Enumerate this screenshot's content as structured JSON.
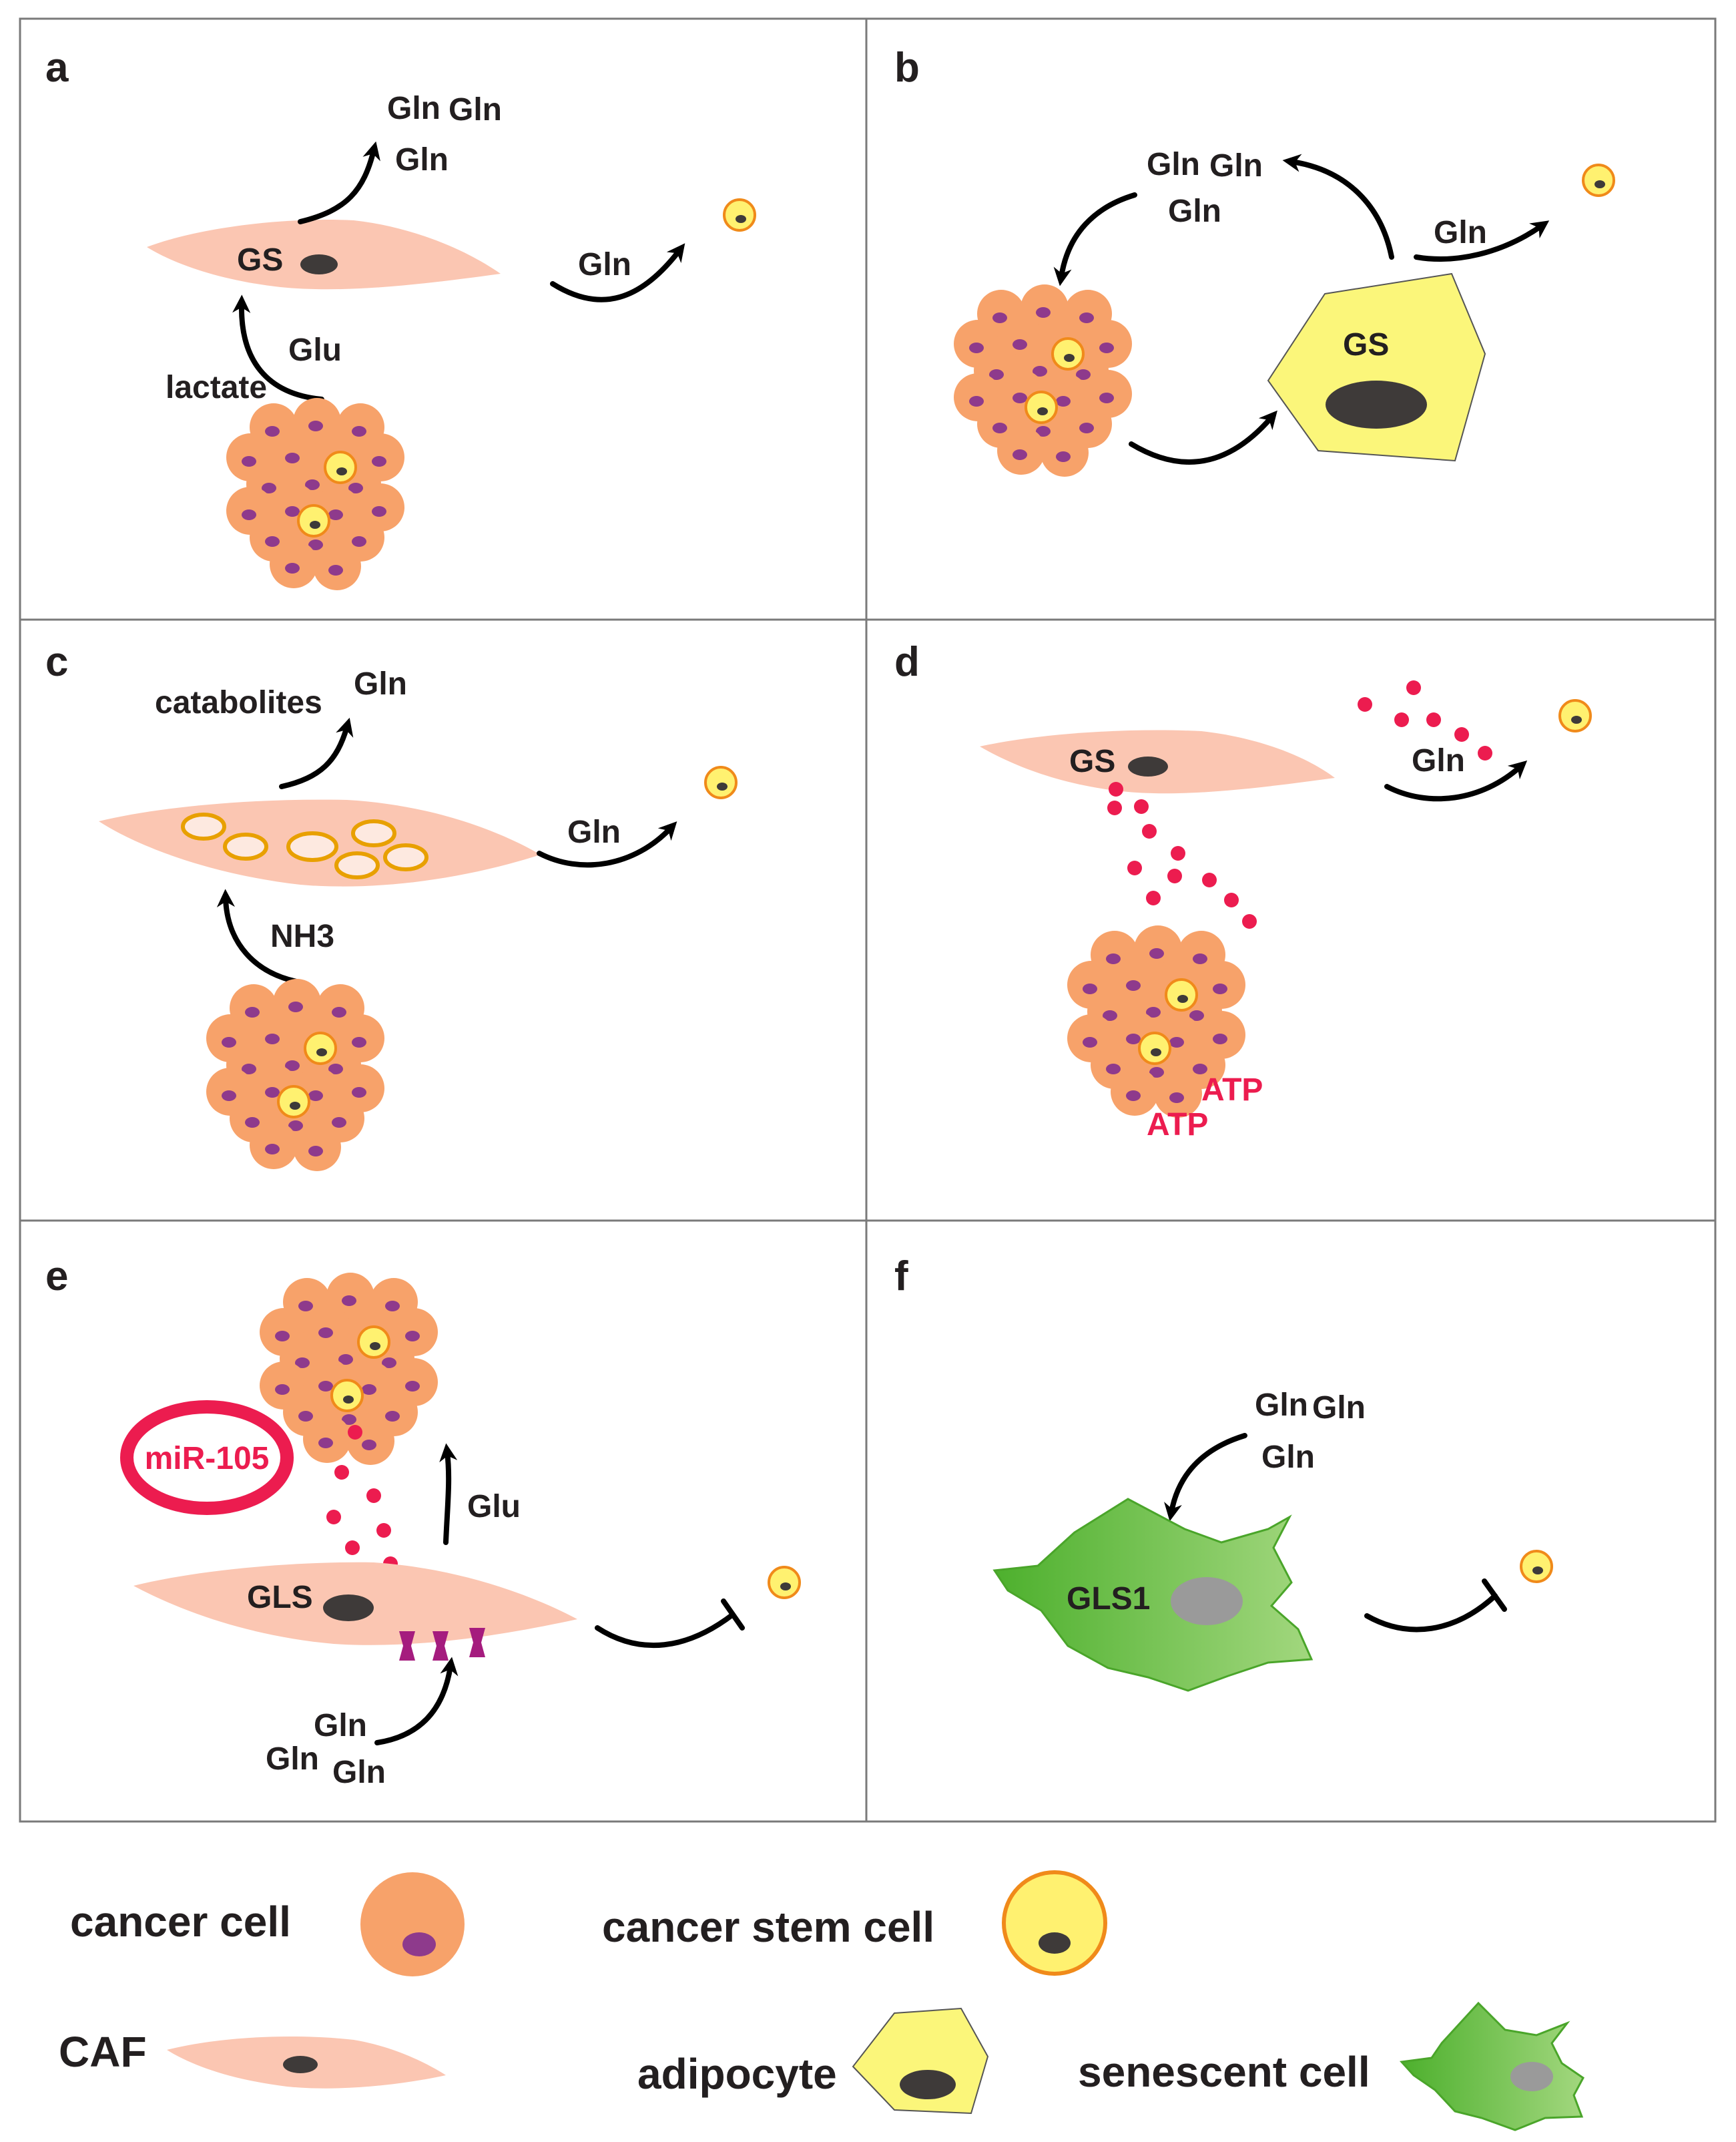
{
  "panel_labels": {
    "a": "a",
    "b": "b",
    "c": "c",
    "d": "d",
    "e": "e",
    "f": "f"
  },
  "texts": {
    "gln": "Gln",
    "gs": "GS",
    "glu": "Glu",
    "lactate": "lactate",
    "catabolites": "catabolites",
    "nh3": "NH3",
    "atp": "ATP",
    "gls": "GLS",
    "gls1": "GLS1",
    "mir105": "miR-105"
  },
  "legend": {
    "cancer_cell": "cancer cell",
    "cancer_stem_cell": "cancer stem cell",
    "caf": "CAF",
    "adipocyte": "adipocyte",
    "senescent_cell": "senescent cell"
  },
  "colors": {
    "cancer_cell": "#f7a26a",
    "cancer_nucleus": "#8e3a8c",
    "stem_cell_fill": "#fff170",
    "stem_cell_border": "#f08a1a",
    "caf": "#fbc6b2",
    "nucleus_dark": "#3e3a39",
    "adipocyte": "#fbf67a",
    "senescent": "#5dbb3f",
    "senescent_nucleus": "#9a9a9a",
    "atp_dots": "#ec1c4f",
    "transporter": "#a51c7e"
  }
}
